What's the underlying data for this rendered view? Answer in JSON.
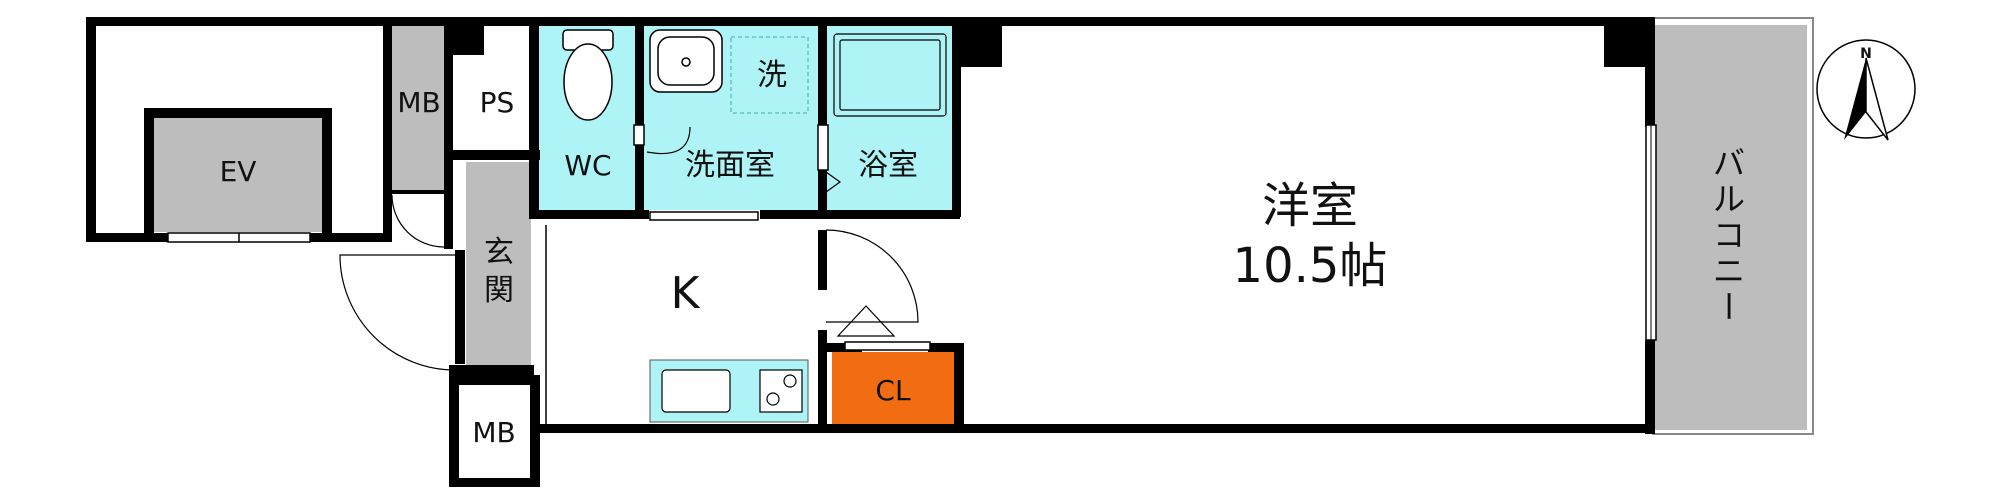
{
  "rooms": {
    "mb_top": "MB",
    "ps": "PS",
    "ev": "EV",
    "wc": "WC",
    "washroom": "洗面室",
    "washer": "洗",
    "bath": "浴室",
    "genkan_1": "玄",
    "genkan_2": "関",
    "kitchen": "K",
    "closet": "CL",
    "mb_bottom": "MB",
    "western_name": "洋室",
    "western_size": "10.5帖",
    "balcony_1": "バ",
    "balcony_2": "ル",
    "balcony_3": "コ",
    "balcony_4": "ニ",
    "balcony_5": "ー"
  },
  "compass": {
    "north": "N"
  },
  "colors": {
    "wet_area": "#aef3f6",
    "closet": "#f26d12",
    "gray_area": "#bdbdbd",
    "wall": "#000000"
  }
}
